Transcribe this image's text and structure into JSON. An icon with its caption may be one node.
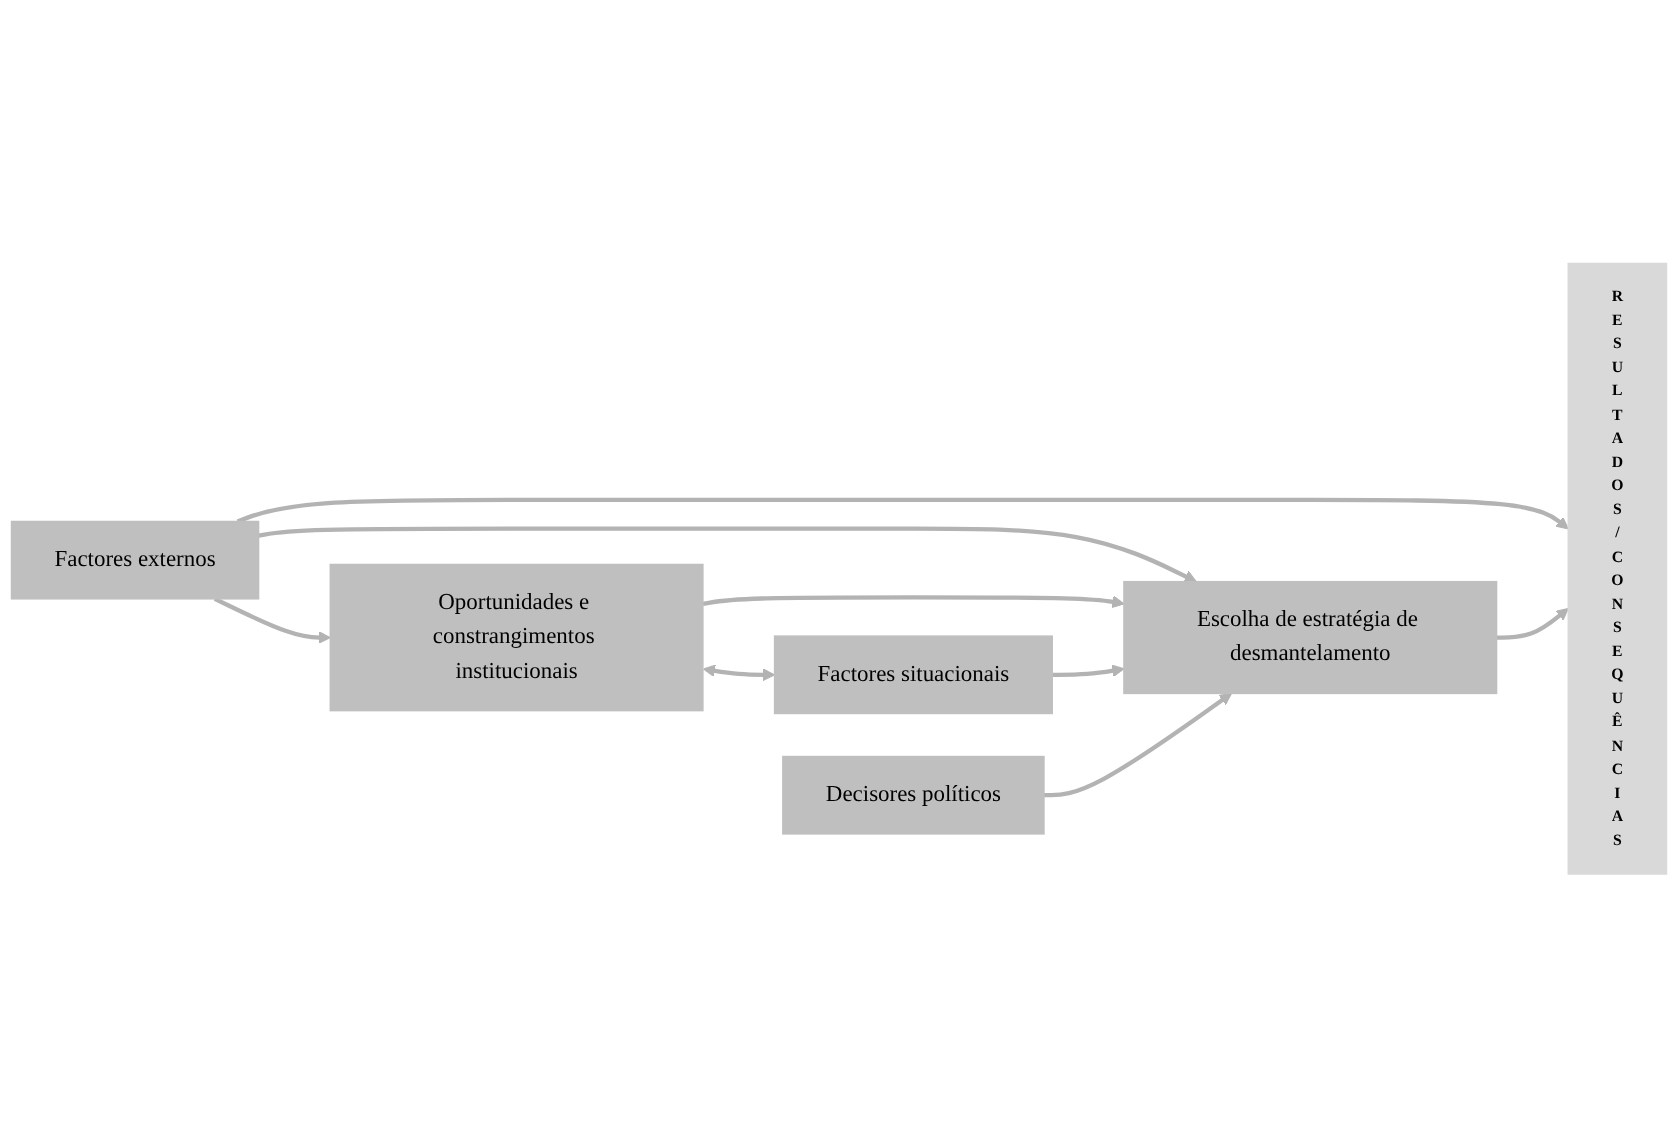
{
  "diagram": {
    "nodes": [
      {
        "text": [
          "Factores externos"
        ]
      },
      {
        "text": [
          "Oportunidades e constrangimentos institucionais"
        ]
      },
      {
        "text": [
          "Factores situacionais"
        ]
      },
      {
        "text": [
          "Decisores políticos"
        ]
      },
      {
        "text": [
          "Escolha de estratégia de desmantelamento"
        ]
      },
      {
        "text": [
          "RESULTADOS/CONSEQUÊNCIAS"
        ]
      }
    ],
    "edges": [
      {
        "from": 0,
        "to": 5,
        "arrow": "to"
      },
      {
        "from": 0,
        "to": 1,
        "arrow": "to"
      },
      {
        "from": 0,
        "to": 4,
        "arrow": "to"
      },
      {
        "from": 1,
        "to": 2,
        "arrow": "both"
      },
      {
        "from": 1,
        "to": 4,
        "arrow": "to"
      },
      {
        "from": 2,
        "to": 4,
        "arrow": "to"
      },
      {
        "from": 3,
        "to": 4,
        "arrow": "to"
      },
      {
        "from": 4,
        "to": 5,
        "arrow": "to"
      }
    ]
  }
}
